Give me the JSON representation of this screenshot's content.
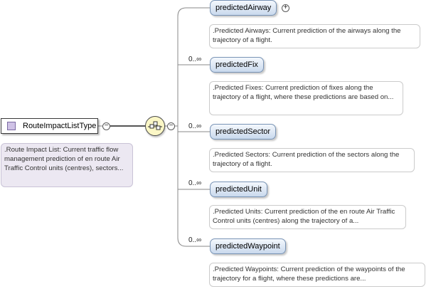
{
  "root": {
    "label": "RouteImpactListType",
    "annotation": ".Route Impact List: Current traffic flow management prediction of en route Air Traffic Control units (centres), sectors..."
  },
  "controls": {
    "collapse_symbol": "−",
    "expand_symbol": "+"
  },
  "elements": [
    {
      "name": "predictedAirway",
      "cardinality": "",
      "annotation": ".Predicted Airways: Current prediction of the airways along the trajectory of a flight."
    },
    {
      "name": "predictedFix",
      "cardinality": "0..∞",
      "annotation": ".Predicted Fixes: Current prediction of fixes along the trajectory of a flight, where these predictions are based on..."
    },
    {
      "name": "predictedSector",
      "cardinality": "0..∞",
      "annotation": ".Predicted Sectors: Current prediction of the sectors along the trajectory of a flight."
    },
    {
      "name": "predictedUnit",
      "cardinality": "0..∞",
      "annotation": ".Predicted Units: Current prediction of the en route Air Traffic Control units (centres) along the trajectory of a..."
    },
    {
      "name": "predictedWaypoint",
      "cardinality": "0..∞",
      "annotation": ".Predicted Waypoints: Current prediction of the waypoints of the trajectory for a flight, where these predictions are..."
    }
  ]
}
